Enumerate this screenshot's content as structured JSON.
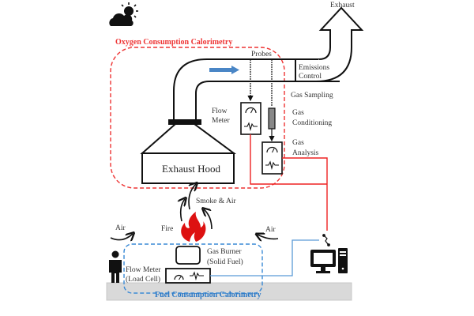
{
  "title": "Oxygen and Fuel Consumption Calorimetry Setup",
  "colors": {
    "oxygen_boundary": "#ee3333",
    "fuel_boundary": "#3a8ad6",
    "signal_red": "#ee2222",
    "signal_blue": "#5b9ad6",
    "flow_arrow": "#4a86c6",
    "fire": "#dd1111",
    "floor": "#d9d9d9",
    "stroke": "#111111"
  },
  "labels": {
    "exhaust": "Exhaust",
    "oxygen_calorimetry": "Oxygen Consumption  Calorimetry",
    "probes": "Probes",
    "emissions_control_1": "Emissions",
    "emissions_control_2": "Control",
    "gas_sampling": "Gas Sampling",
    "flow_meter_1": "Flow",
    "flow_meter_2": "Meter",
    "gas_conditioning_1": "Gas",
    "gas_conditioning_2": "Conditioning",
    "gas_analysis_1": "Gas",
    "gas_analysis_2": "Analysis",
    "exhaust_hood": "Exhaust Hood",
    "smoke_air": "Smoke & Air",
    "fire": "Fire",
    "air_left": "Air",
    "air_right": "Air",
    "gas_burner_1": "Gas Burner",
    "gas_burner_2": "(Solid Fuel)",
    "load_cell_1": "Flow Meter",
    "load_cell_2": "(Load Cell)",
    "fuel_calorimetry": "Fuel Consumption  Calorimetry"
  },
  "icons": [
    "weather-sun-cloud-icon",
    "person-icon",
    "computer-icon",
    "fire-icon",
    "gauge-icon",
    "signal-icon"
  ]
}
